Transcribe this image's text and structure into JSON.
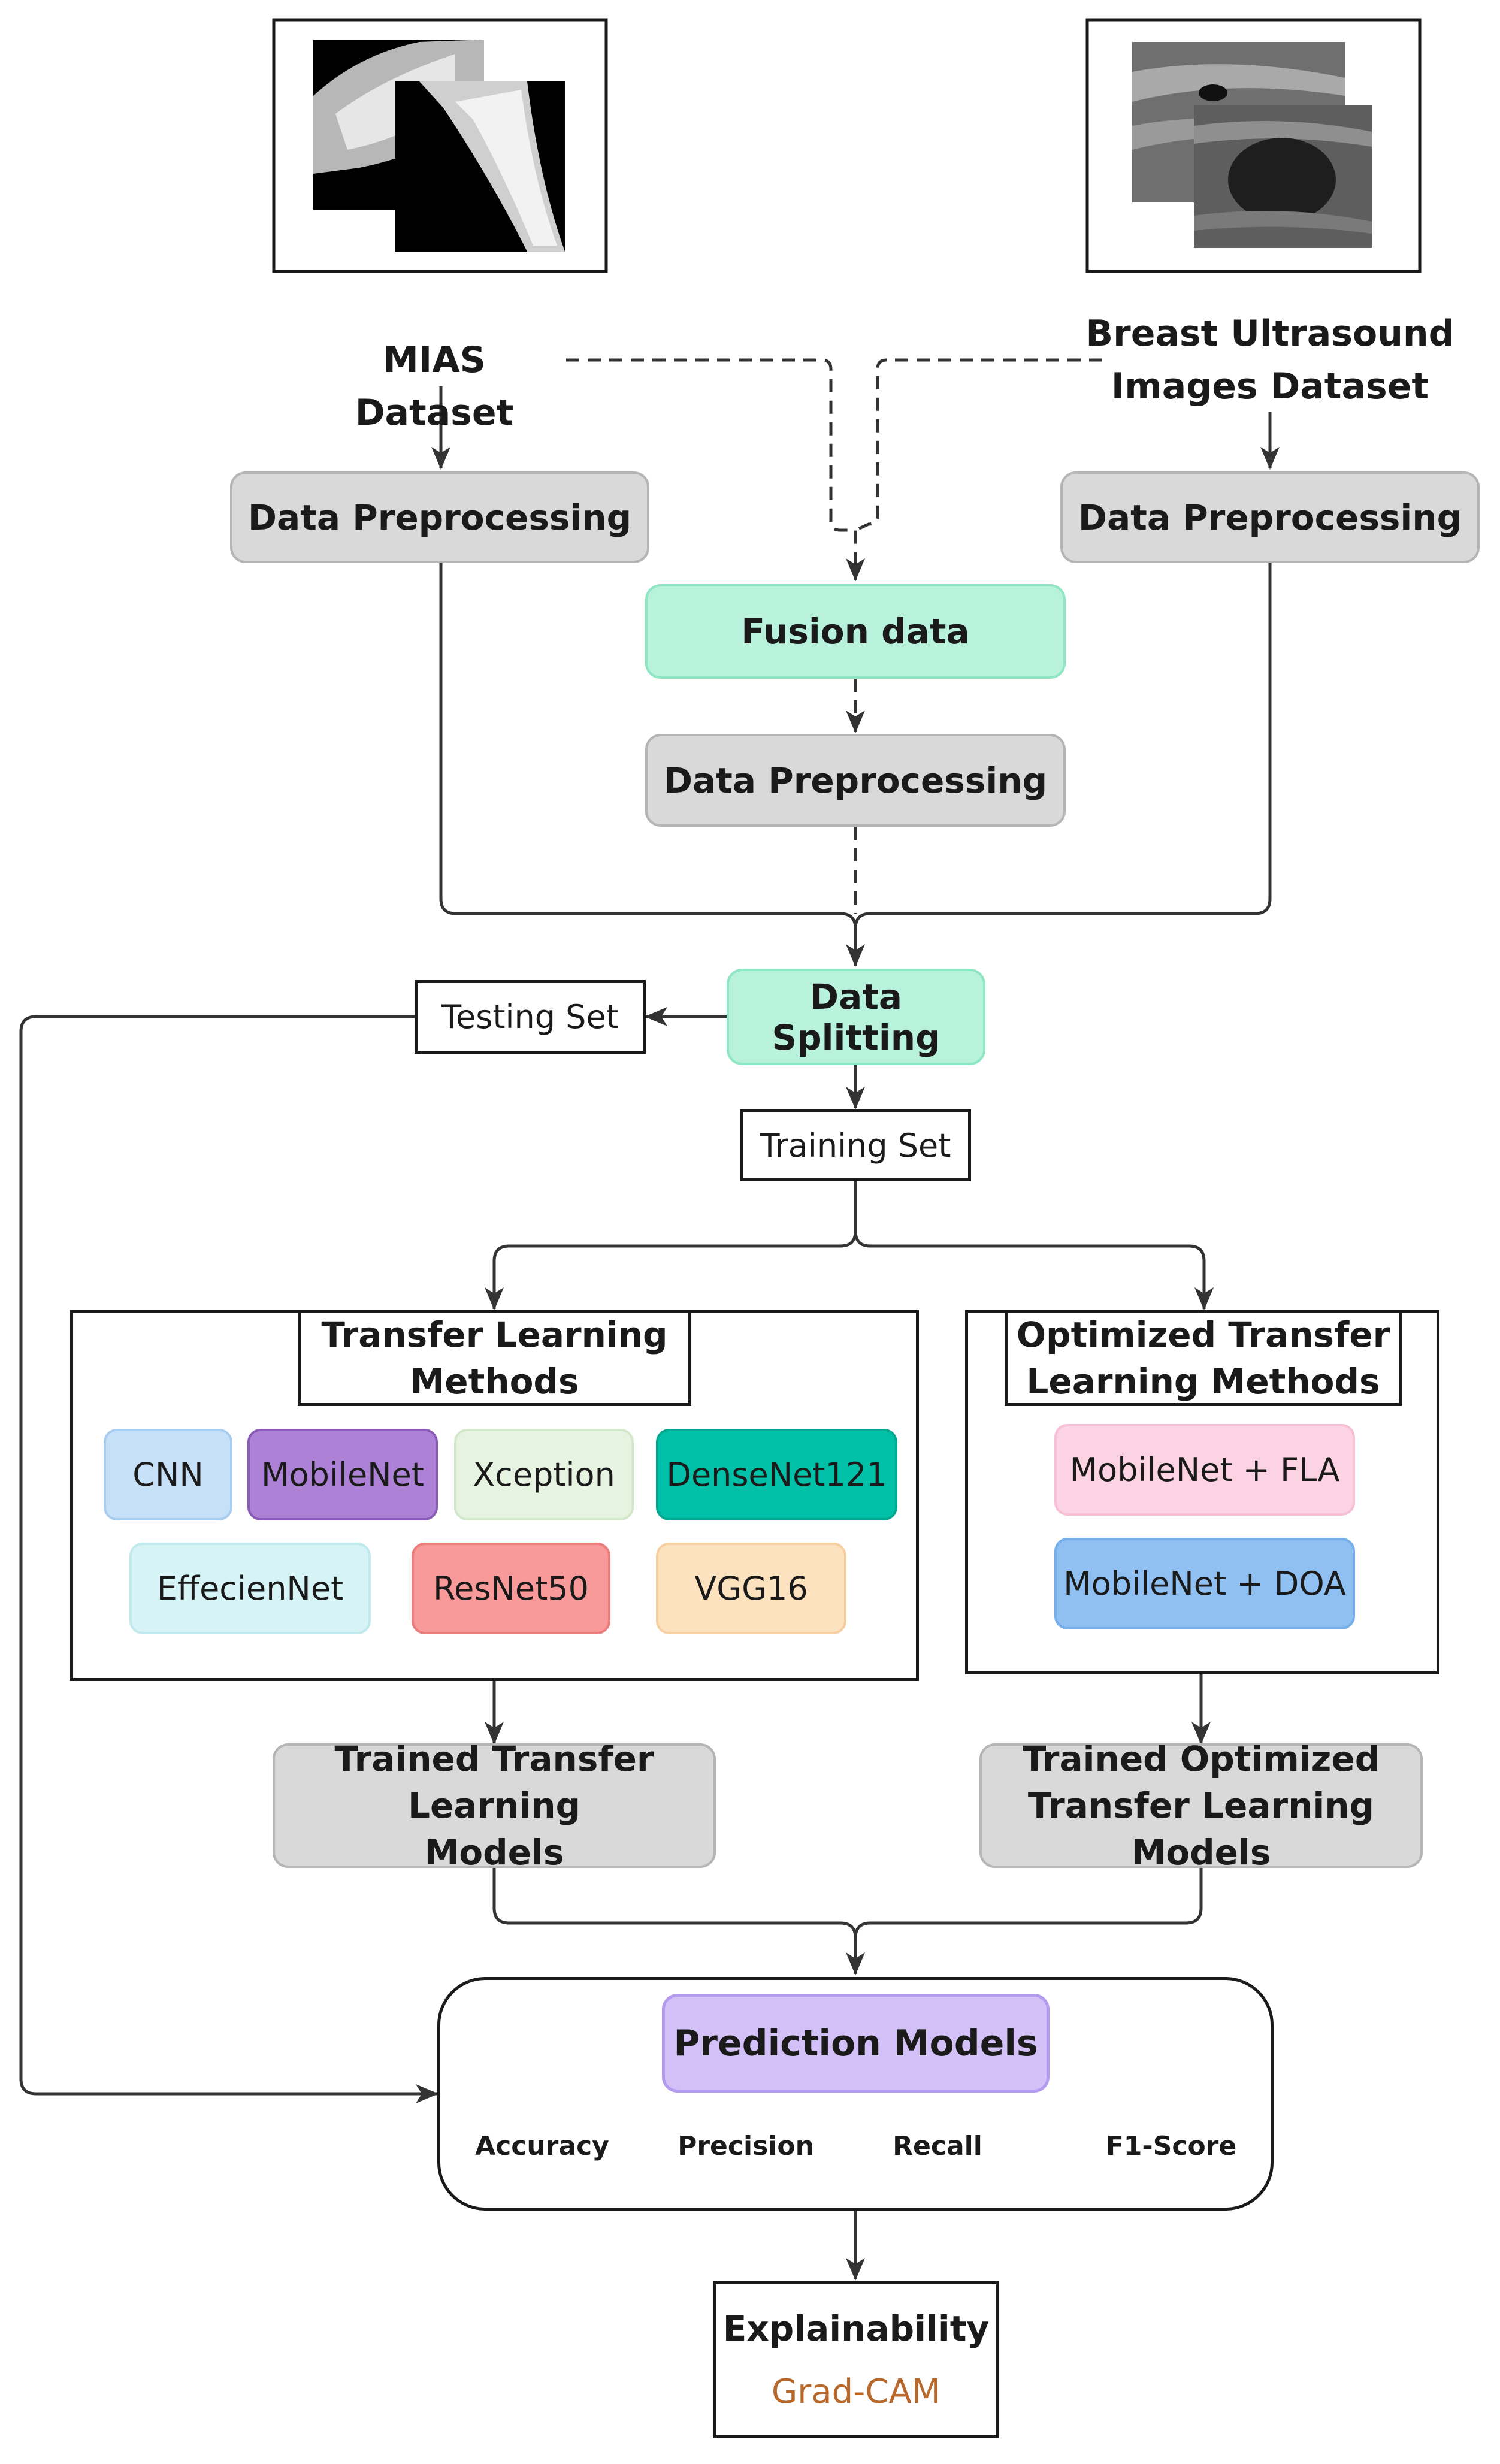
{
  "inputs": {
    "mias_label": "MIAS Dataset",
    "busi_label_line1": "Breast Ultrasound",
    "busi_label_line2": "Images Dataset"
  },
  "preprocessing": {
    "left": "Data Preprocessing",
    "right": "Data Preprocessing",
    "fusion": "Data Preprocessing"
  },
  "fusion": {
    "label": "Fusion data"
  },
  "splitting": {
    "label": "Data Splitting",
    "testing": "Testing Set",
    "training": "Training Set"
  },
  "transfer_learning": {
    "title_line1": "Transfer Learning",
    "title_line2": "Methods",
    "models": [
      "CNN",
      "MobileNet",
      "Xception",
      "DenseNet121",
      "EffecienNet",
      "ResNet50",
      "VGG16"
    ],
    "colors": {
      "CNN": "#c6e0f7",
      "MobileNet": "#ad82d6",
      "Xception": "#e6f3e1",
      "DenseNet121": "#00c0a8",
      "EffecienNet": "#d6f3f5",
      "ResNet50": "#f89a9a",
      "VGG16": "#fde2c0"
    }
  },
  "optimized_learning": {
    "title_line1": "Optimized Transfer",
    "title_line2": "Learning Methods",
    "models": [
      "MobileNet + FLA",
      "MobileNet + DOA"
    ],
    "colors": {
      "MobileNet + FLA": "#fcd3e3",
      "MobileNet + DOA": "#90bff2"
    }
  },
  "trained": {
    "left_line1": "Trained Transfer Learning",
    "left_line2": "Models",
    "right_line1": "Trained Optimized",
    "right_line2": "Transfer Learning Models"
  },
  "prediction": {
    "title": "Prediction Models",
    "metrics": [
      "Accuracy",
      "Precision",
      "Recall",
      "F1-Score"
    ]
  },
  "explainability": {
    "title": "Explainability",
    "method": "Grad-CAM",
    "method_color": "#b8682a"
  }
}
